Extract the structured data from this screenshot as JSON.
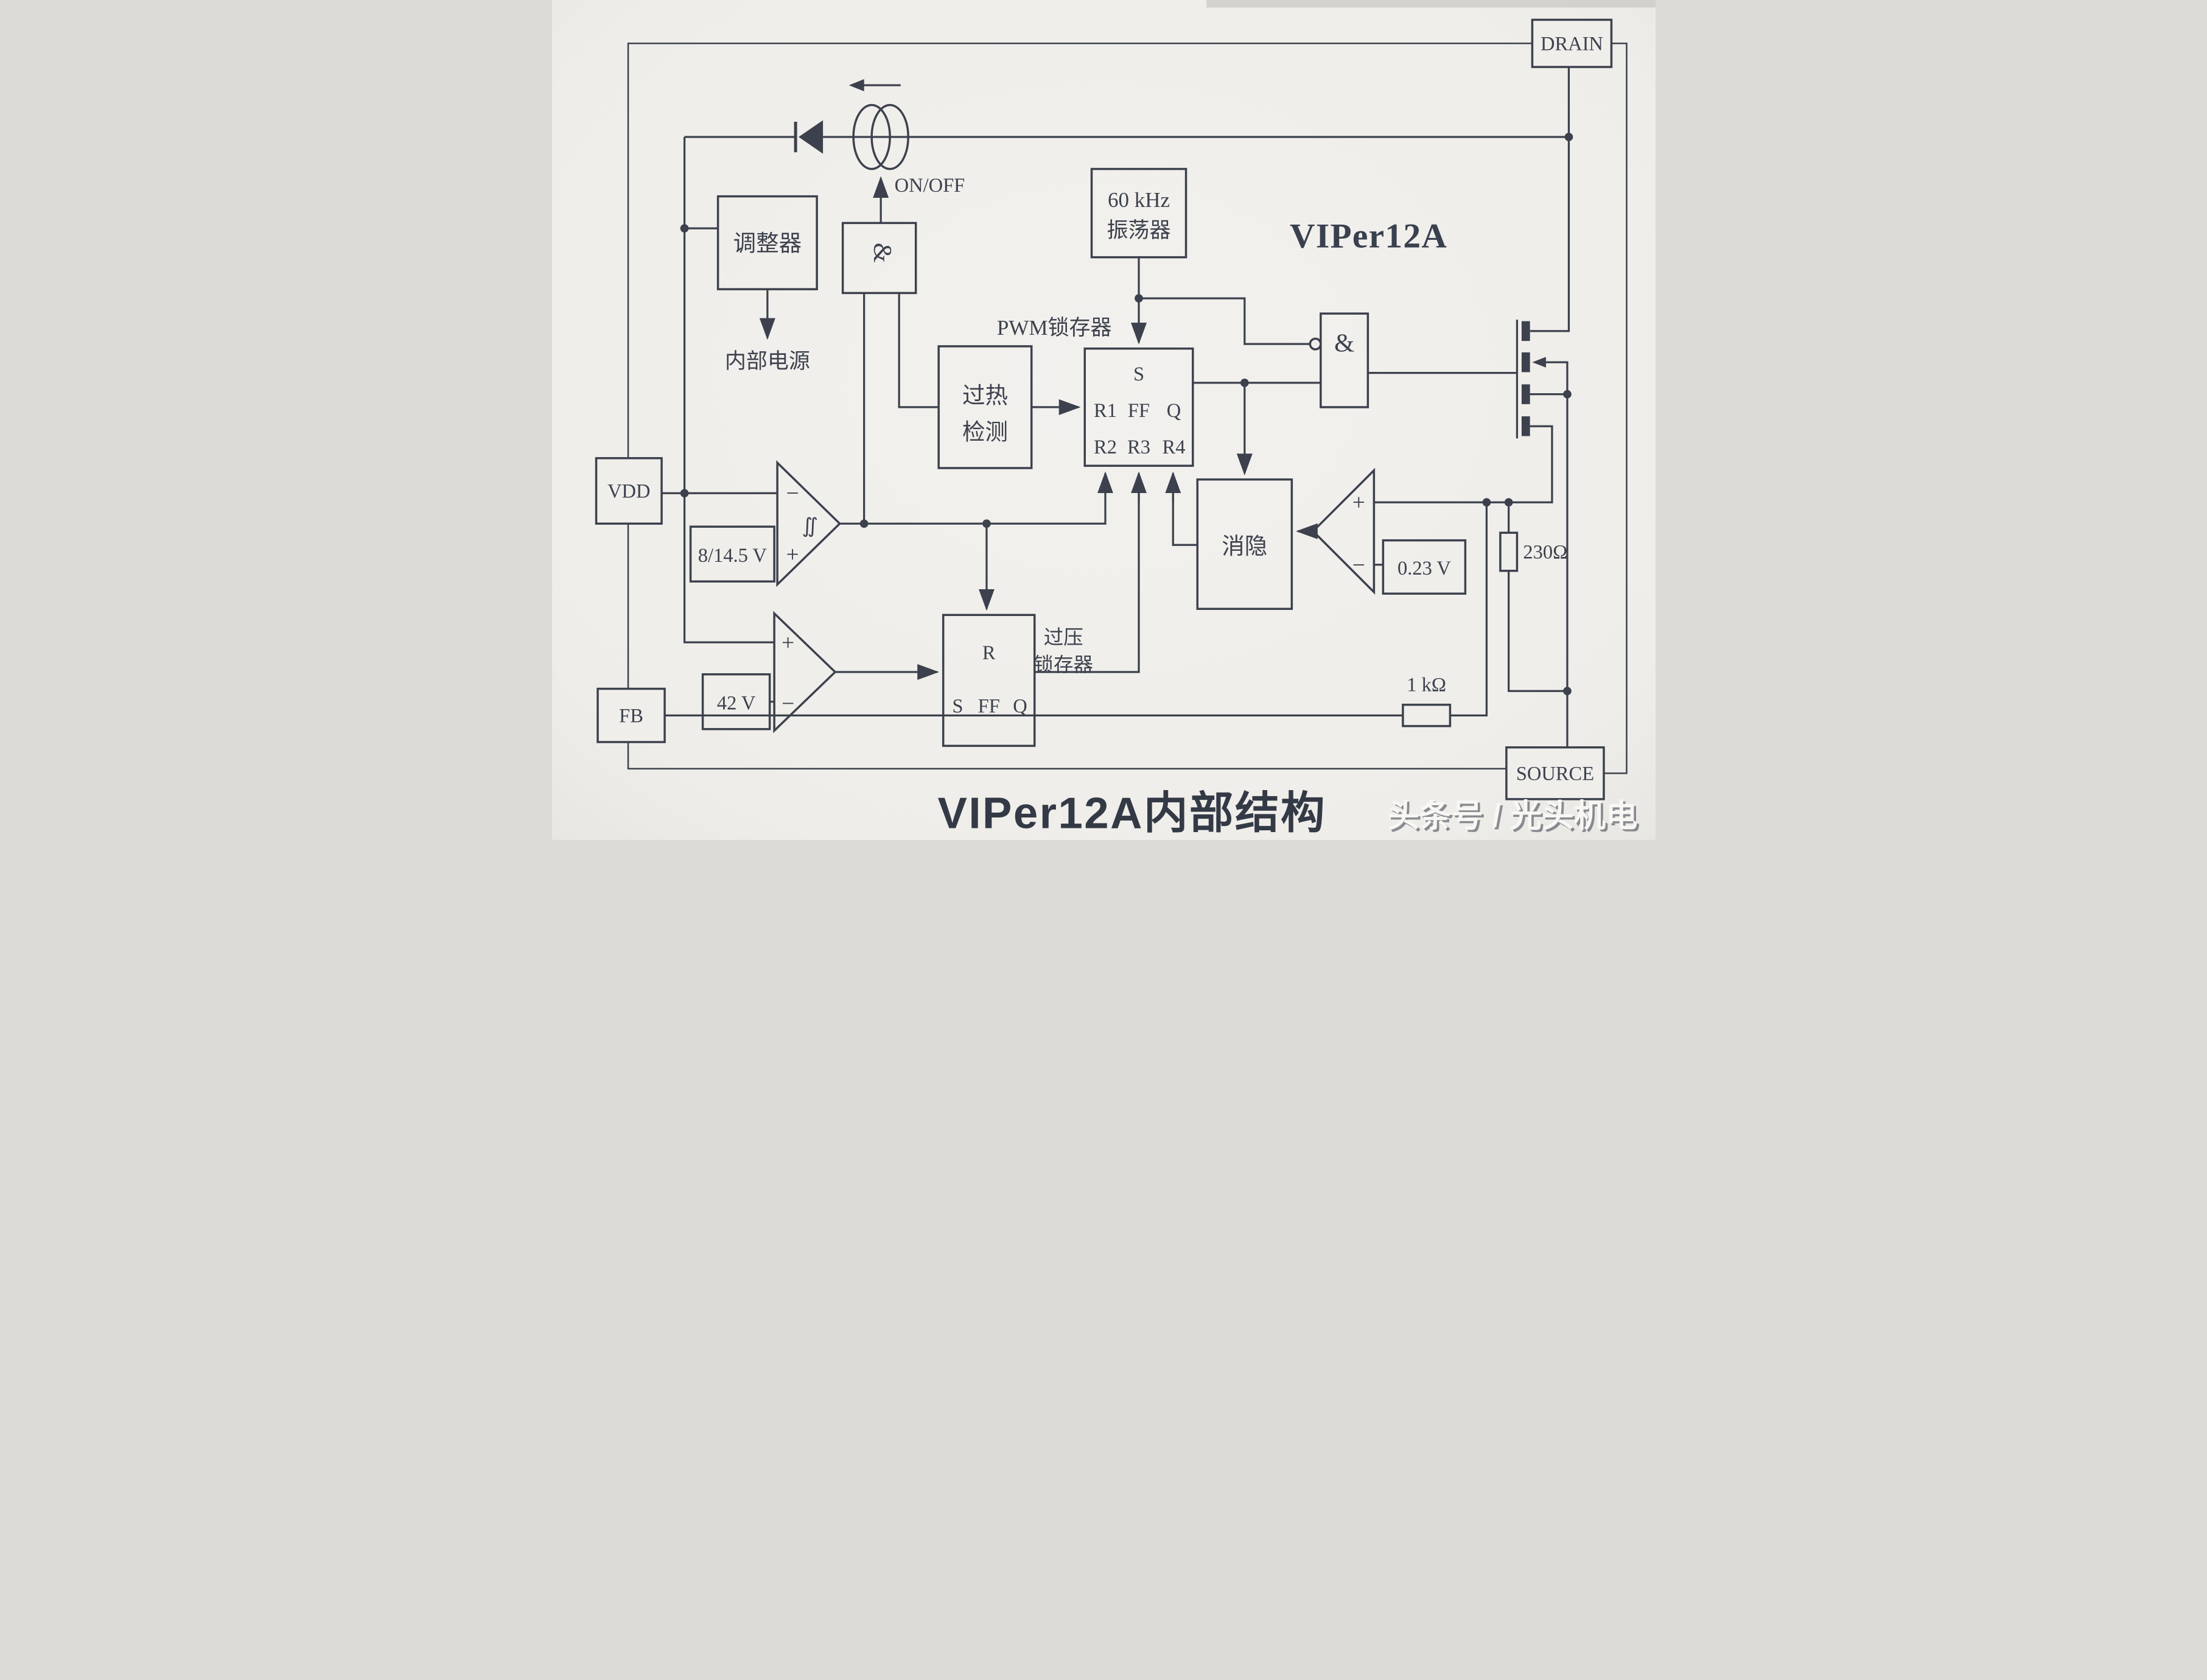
{
  "title": {
    "chip": "VIPer12A",
    "caption": "VIPer12A内部结构",
    "watermark": "头条号 / 光头机电"
  },
  "pins": {
    "drain": "DRAIN",
    "source": "SOURCE",
    "vdd": "VDD",
    "fb": "FB"
  },
  "blocks": {
    "regulator": "调整器",
    "internal_supply": "内部电源",
    "on_off": "ON/OFF",
    "and_symbol": "&",
    "oscillator": {
      "line1": "60 kHz",
      "line2": "振荡器"
    },
    "pwm_latch_label": "PWM锁存器",
    "pwm_ff": {
      "s": "S",
      "r1": "R1",
      "ff": "FF",
      "q": "Q",
      "r2": "R2",
      "r3": "R3",
      "r4": "R4"
    },
    "thermal": {
      "line1": "过热",
      "line2": "检测"
    },
    "blanking": "消隐",
    "ov_latch_label": {
      "line1": "过压",
      "line2": "锁存器"
    },
    "ov_ff": {
      "r": "R",
      "s": "S",
      "ff": "FF",
      "q": "Q"
    },
    "uvlo_ref": "8/14.5 V",
    "hysteresis_symbol": "∬",
    "ov_ref": "42 V",
    "cs_ref": "0.23 V",
    "sense_resistor": "230Ω",
    "fb_resistor": "1 kΩ",
    "plus": "+",
    "minus": "−"
  }
}
